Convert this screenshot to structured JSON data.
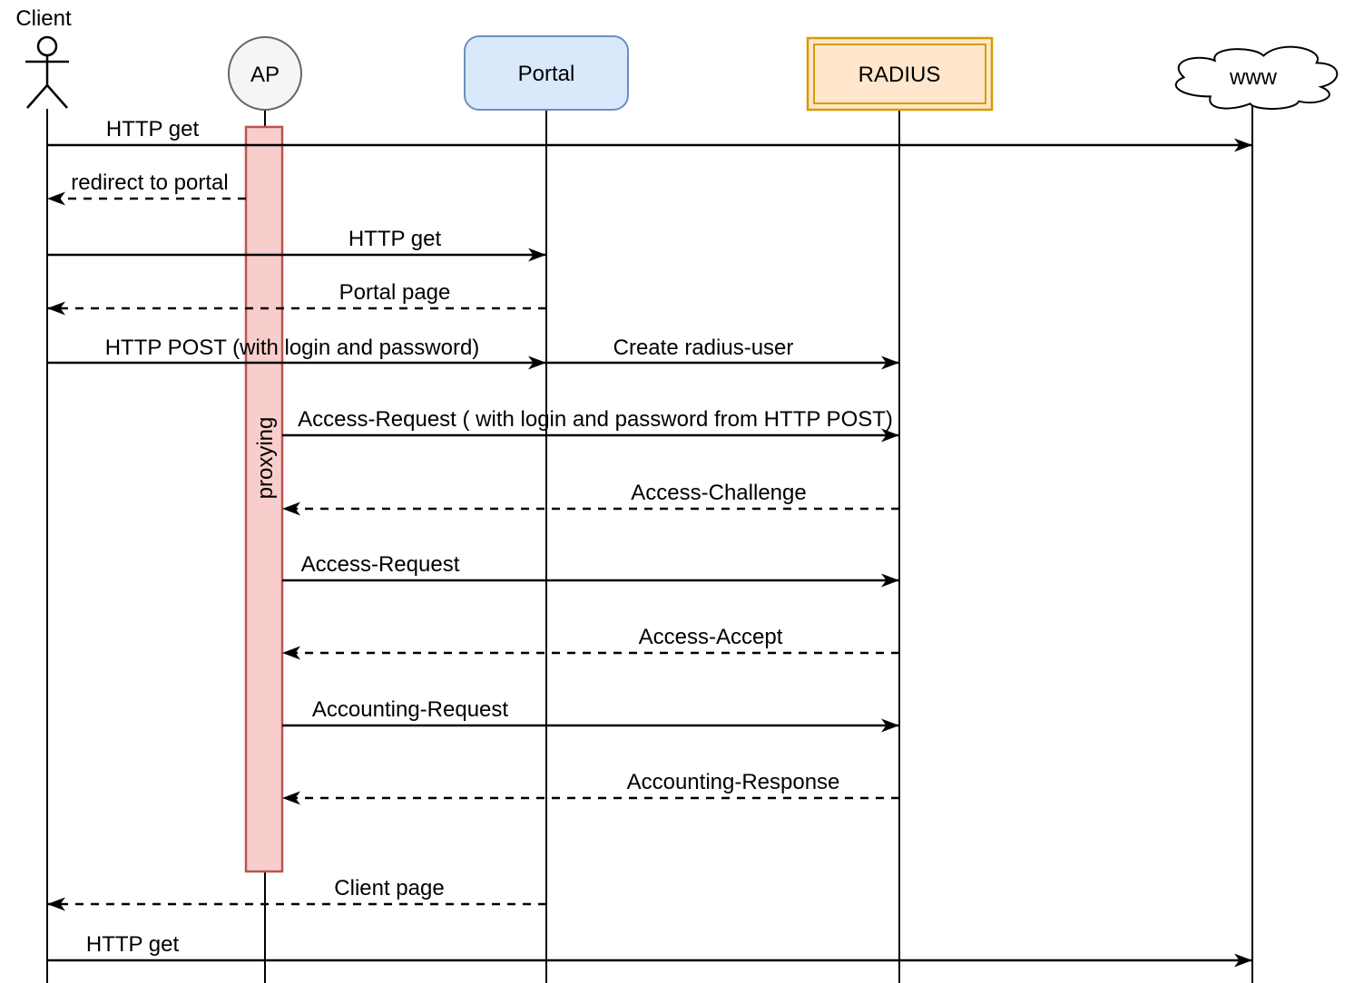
{
  "diagram_type": "sequence-diagram",
  "participants": [
    {
      "id": "client",
      "label": "Client",
      "shape": "actor-stick-figure"
    },
    {
      "id": "ap",
      "label": "AP",
      "shape": "circle"
    },
    {
      "id": "portal",
      "label": "Portal",
      "shape": "rounded-rect"
    },
    {
      "id": "radius",
      "label": "RADIUS",
      "shape": "double-border-rect"
    },
    {
      "id": "www",
      "label": "www",
      "shape": "cloud"
    }
  ],
  "activation": {
    "participant": "ap",
    "label": "proxying"
  },
  "messages": [
    {
      "label": "HTTP get",
      "from": "Client",
      "to": "www",
      "style": "solid"
    },
    {
      "label": "redirect to portal",
      "from": "AP",
      "to": "Client",
      "style": "dashed"
    },
    {
      "label": "HTTP get",
      "from": "Client",
      "to": "Portal",
      "style": "solid"
    },
    {
      "label": "Portal page",
      "from": "Portal",
      "to": "Client",
      "style": "dashed"
    },
    {
      "label": "HTTP POST (with login and password)",
      "from": "Client",
      "to": "Portal",
      "style": "solid"
    },
    {
      "label": "Create radius-user",
      "from": "Portal",
      "to": "RADIUS",
      "style": "solid"
    },
    {
      "label": "Access-Request ( with login and password from HTTP POST)",
      "from": "AP",
      "to": "RADIUS",
      "style": "solid"
    },
    {
      "label": "Access-Challenge",
      "from": "RADIUS",
      "to": "AP",
      "style": "dashed"
    },
    {
      "label": "Access-Request",
      "from": "AP",
      "to": "RADIUS",
      "style": "solid"
    },
    {
      "label": "Access-Accept",
      "from": "RADIUS",
      "to": "AP",
      "style": "dashed"
    },
    {
      "label": "Accounting-Request",
      "from": "AP",
      "to": "RADIUS",
      "style": "solid"
    },
    {
      "label": "Accounting-Response",
      "from": "RADIUS",
      "to": "AP",
      "style": "dashed"
    },
    {
      "label": "Client page",
      "from": "Portal",
      "to": "Client",
      "style": "dashed"
    },
    {
      "label": "HTTP get",
      "from": "Client",
      "to": "www",
      "style": "solid"
    }
  ],
  "colors": {
    "background": "#ffffff",
    "text": "#000000",
    "line": "#000000",
    "ap_fill": "#f5f5f5",
    "ap_stroke": "#666666",
    "portal_fill": "#dae8fc",
    "portal_stroke": "#6c8ebf",
    "radius_fill": "#ffe6cc",
    "radius_stroke": "#d79b00",
    "activation_fill": "#f8cecc",
    "activation_stroke": "#b85450",
    "cloud_fill": "#ffffff",
    "cloud_stroke": "#000000",
    "actor_stroke": "#000000"
  }
}
